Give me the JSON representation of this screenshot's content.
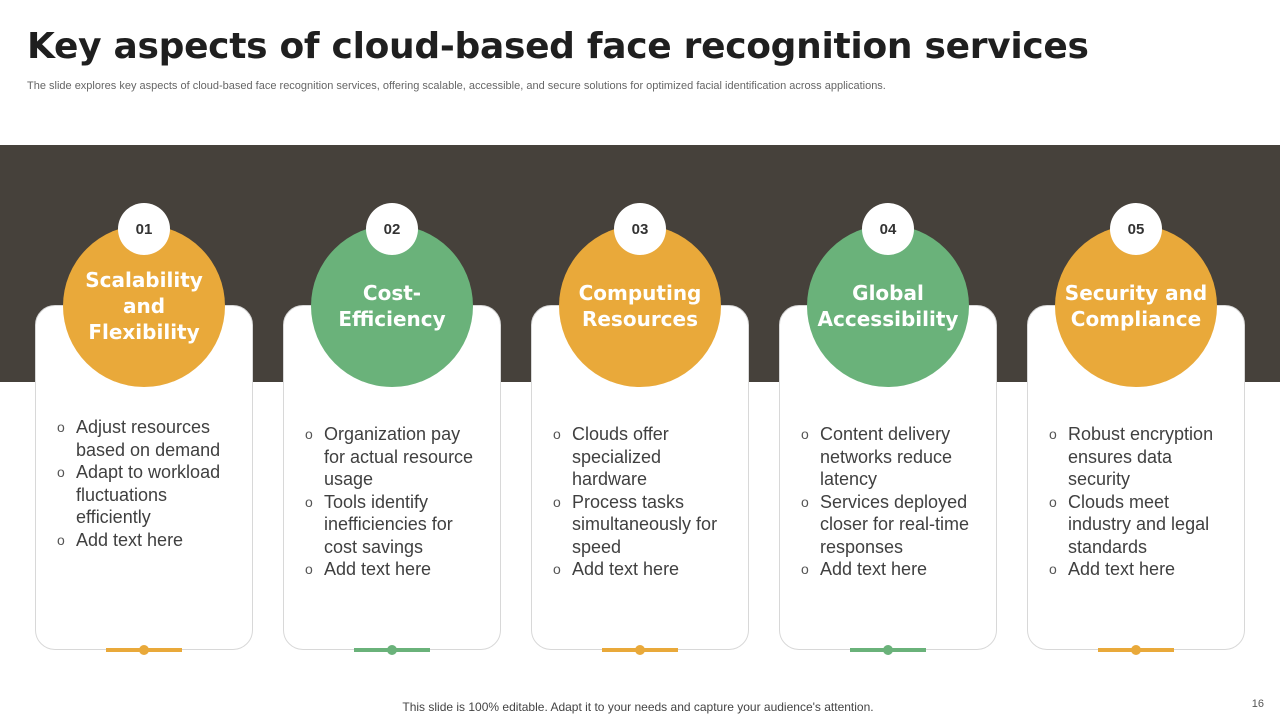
{
  "title": "Key aspects of cloud-based face recognition services",
  "subtitle": "The slide explores key aspects of cloud-based face recognition services, offering scalable, accessible, and secure solutions for optimized facial identification across applications.",
  "colors": {
    "orange": "#e9a93a",
    "green": "#6ab27a",
    "band": "#46413b"
  },
  "items": [
    {
      "num": "01",
      "title": "Scalability and Flexibility",
      "color": "orange",
      "bullets": [
        "Adjust resources based on demand",
        "Adapt to workload fluctuations efficiently",
        "Add text here"
      ]
    },
    {
      "num": "02",
      "title": "Cost-Efficiency",
      "color": "green",
      "bullets": [
        "Organization pay for actual resource usage",
        "Tools identify inefficiencies for cost savings",
        "Add text here"
      ]
    },
    {
      "num": "03",
      "title": "Computing Resources",
      "color": "orange",
      "bullets": [
        "Clouds offer specialized hardware",
        "Process tasks simultaneously for speed",
        "Add text here"
      ]
    },
    {
      "num": "04",
      "title": "Global Accessibility",
      "color": "green",
      "bullets": [
        "Content delivery networks reduce latency",
        "Services deployed closer for real-time responses",
        "Add text here"
      ]
    },
    {
      "num": "05",
      "title": "Security and Compliance",
      "color": "orange",
      "bullets": [
        "Robust encryption ensures data security",
        "Clouds meet industry and legal standards",
        "Add text here"
      ]
    }
  ],
  "footer": "This slide is 100% editable. Adapt it to your needs and capture your audience's attention.",
  "page_number": "16"
}
